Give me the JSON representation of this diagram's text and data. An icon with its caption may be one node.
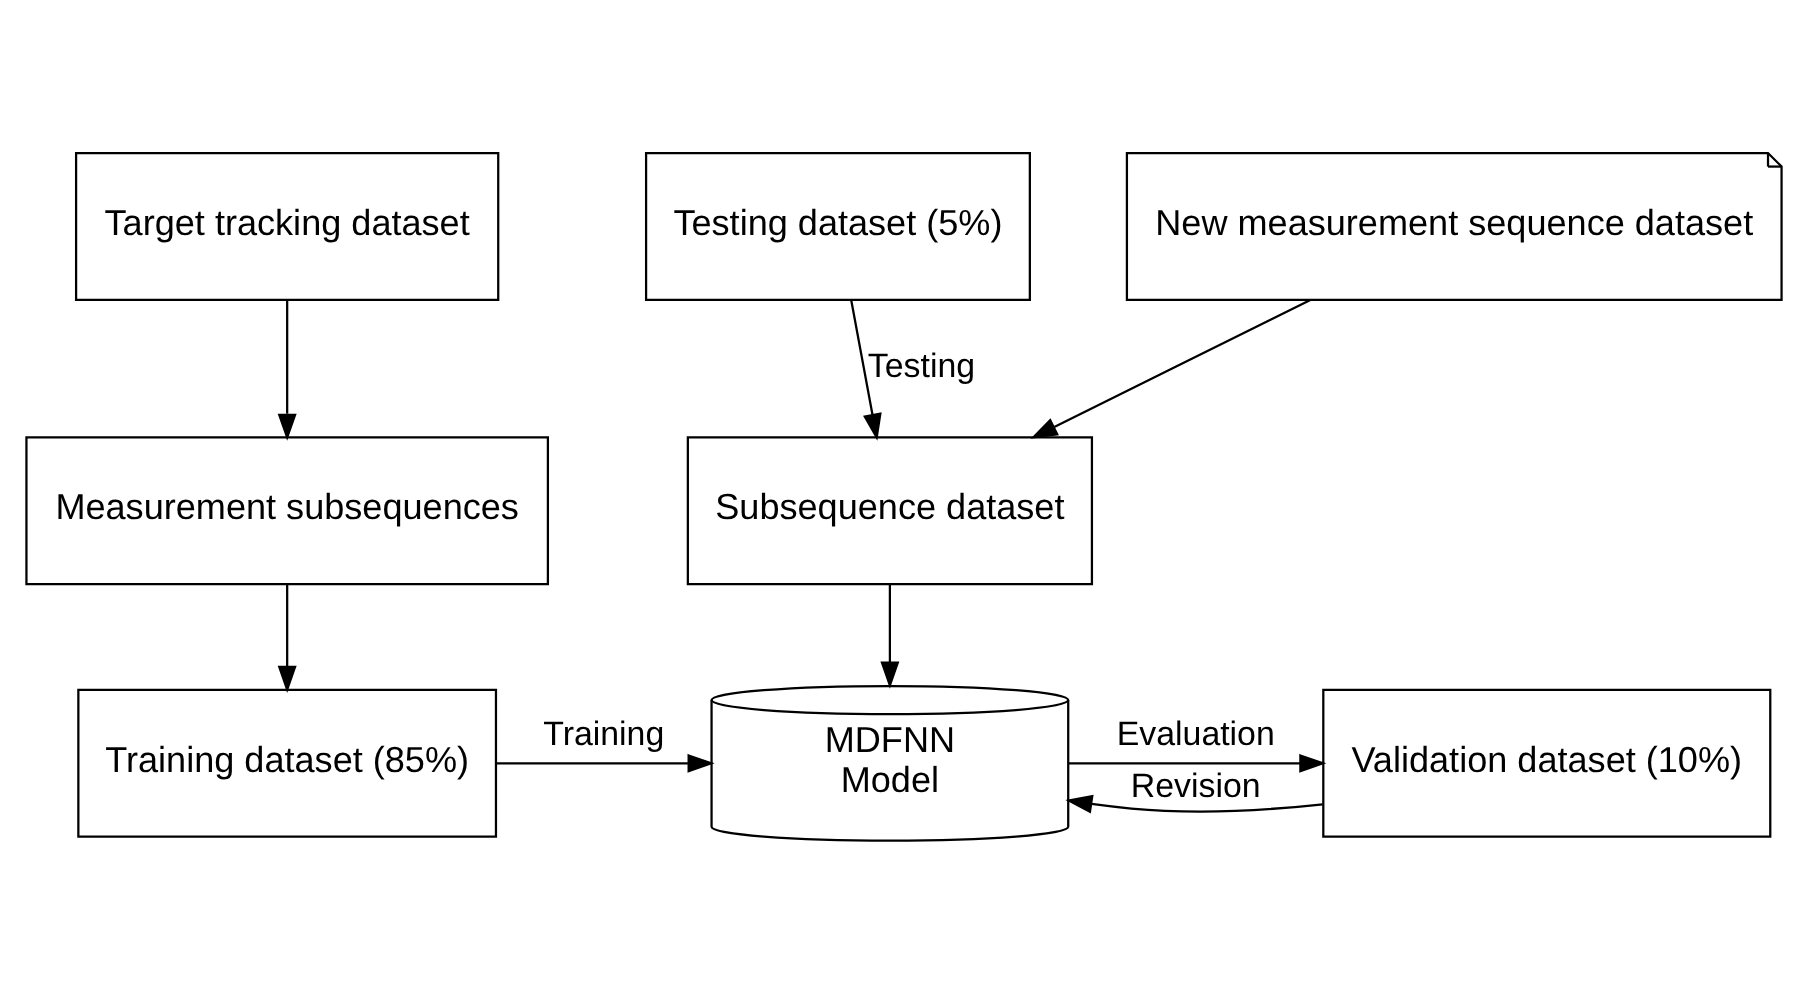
{
  "diagram": {
    "nodes": [
      {
        "text": [
          "Target tracking dataset"
        ]
      },
      {
        "text": [
          "Testing dataset (5%)"
        ]
      },
      {
        "text": [
          "New measurement sequence dataset"
        ]
      },
      {
        "text": [
          "Measurement subsequences"
        ]
      },
      {
        "text": [
          "Subsequence dataset"
        ]
      },
      {
        "text": [
          "Training dataset (85%)"
        ]
      },
      {
        "text": [
          "MDFNN",
          "Model"
        ]
      },
      {
        "text": [
          "Validation dataset (10%)"
        ]
      }
    ],
    "edges": [
      {
        "from": 0,
        "to": 3,
        "arrow": "to"
      },
      {
        "from": 1,
        "to": 4,
        "arrow": "to",
        "label": "Testing"
      },
      {
        "from": 2,
        "to": 4,
        "arrow": "to"
      },
      {
        "from": 3,
        "to": 5,
        "arrow": "to"
      },
      {
        "from": 4,
        "to": 6,
        "arrow": "to"
      },
      {
        "from": 5,
        "to": 6,
        "arrow": "to",
        "label": "Training"
      },
      {
        "from": 6,
        "to": 7,
        "arrow": "to",
        "label": "Evaluation"
      },
      {
        "from": 7,
        "to": 6,
        "arrow": "to",
        "label": "Revision"
      }
    ]
  }
}
